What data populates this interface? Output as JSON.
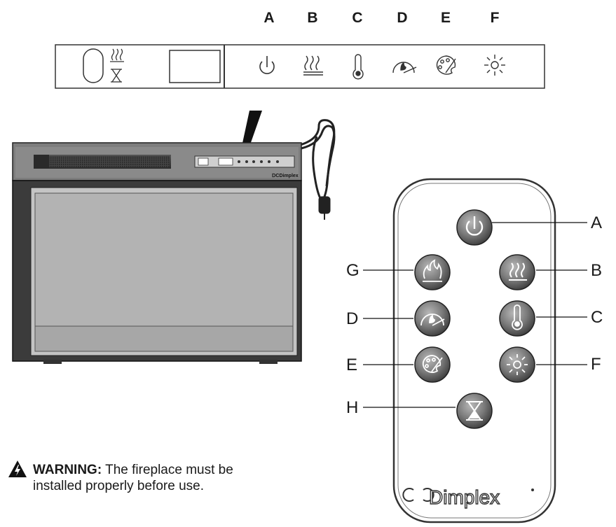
{
  "control_panel": {
    "column_letters": [
      "A",
      "B",
      "C",
      "D",
      "E",
      "F"
    ]
  },
  "remote": {
    "callouts": {
      "A": "A",
      "B": "B",
      "C": "C",
      "D": "D",
      "E": "E",
      "F": "F",
      "G": "G",
      "H": "H"
    },
    "brand": "Dimplex"
  },
  "fireplace": {
    "brand": "Dimplex"
  },
  "warning": {
    "label": "WARNING:",
    "line1": " The fireplace must be",
    "line2": "installed properly before use."
  },
  "icons": {
    "power": "power-icon",
    "heat": "heat-icon",
    "thermometer": "thermometer-icon",
    "flame_speed": "flame-speed-icon",
    "flame_color": "flame-color-icon",
    "brightness": "brightness-icon",
    "flame": "flame-icon",
    "timer": "hourglass-icon",
    "warning": "warning-icon"
  }
}
